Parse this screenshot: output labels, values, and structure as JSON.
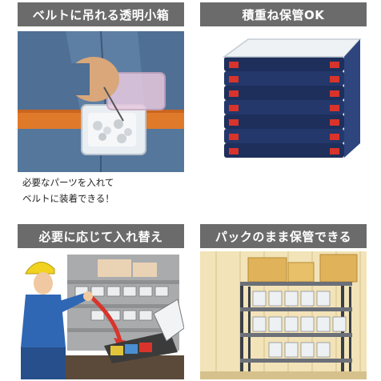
{
  "panels": [
    {
      "title": "ベルトに吊れる透明小箱",
      "caption_lines": [
        "必要なパーツを入れて",
        "ベルトに装着できる！"
      ]
    },
    {
      "title": "積重ね保管OK"
    },
    {
      "title": "必要に応じて入れ替え"
    },
    {
      "title": "パックのまま保管できる"
    }
  ],
  "colors": {
    "header_bg": "#6b6b6b",
    "header_text": "#ffffff",
    "accent_red": "#d9342b",
    "case_blue": "#1e2f5c",
    "case_clear": "#e8edf2"
  },
  "icons": [
    "belt-photo",
    "stacked-cases-photo",
    "worker-illustration",
    "storage-rack-illustration"
  ]
}
